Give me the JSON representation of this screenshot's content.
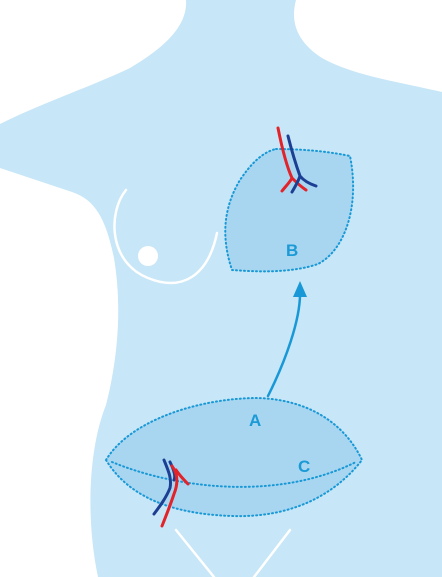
{
  "labels": {
    "a": "A",
    "b": "B",
    "c": "C"
  },
  "colors": {
    "body": "#c7e6f7",
    "flap": "#a8d6f1",
    "outline": "#1898d6",
    "label": "#1b9ad6",
    "artery": "#e2232a",
    "vein": "#1d3f93",
    "white": "#ffffff"
  }
}
